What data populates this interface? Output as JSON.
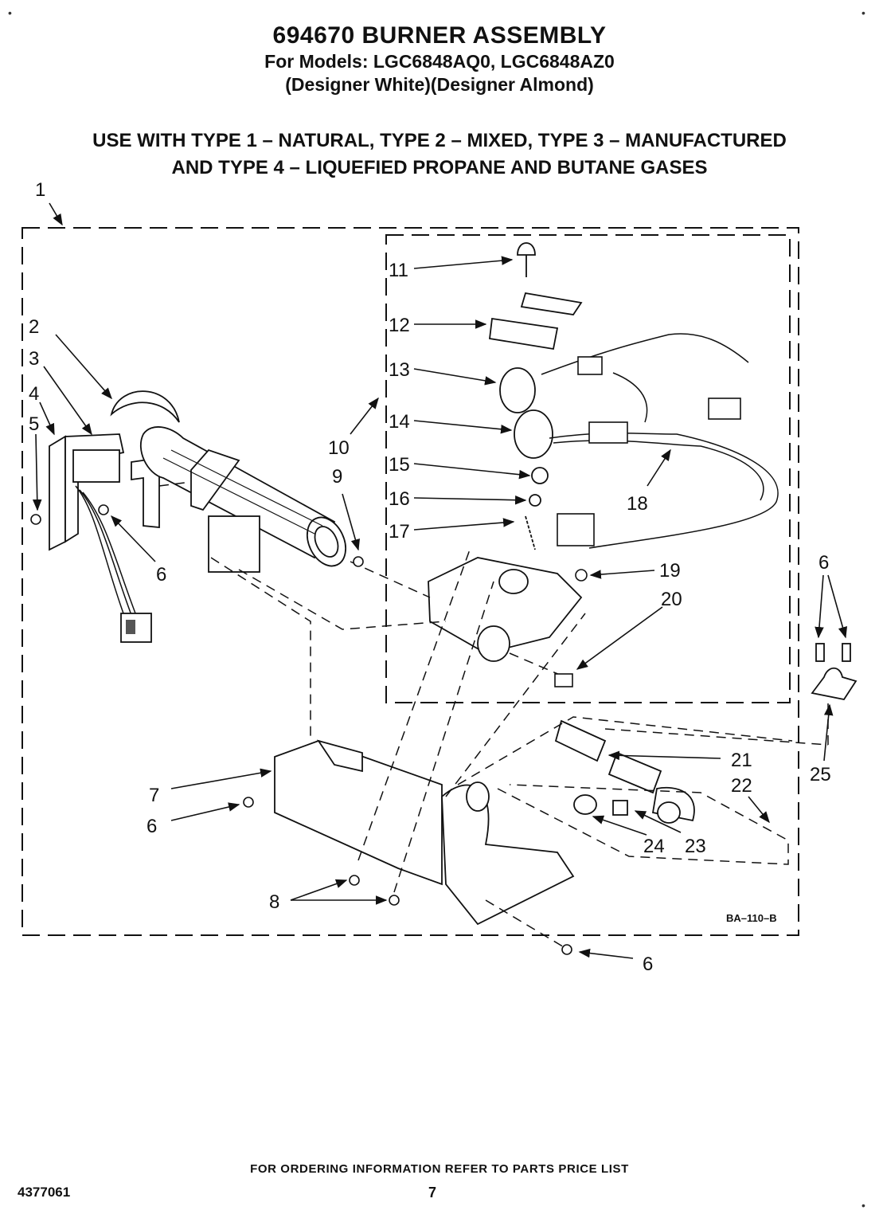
{
  "header": {
    "title": "694670 BURNER ASSEMBLY",
    "models": "For Models: LGC6848AQ0, LGC6848AZ0",
    "colors": "(Designer White)(Designer Almond)",
    "usage_line1": "USE WITH TYPE 1 – NATURAL, TYPE 2 – MIXED, TYPE 3 – MANUFACTURED",
    "usage_line2": "AND TYPE 4 – LIQUEFIED PROPANE AND BUTANE GASES"
  },
  "diagram": {
    "callouts": [
      "1",
      "2",
      "3",
      "4",
      "5",
      "6",
      "7",
      "8",
      "9",
      "10",
      "11",
      "12",
      "13",
      "14",
      "15",
      "16",
      "17",
      "18",
      "19",
      "20",
      "21",
      "22",
      "23",
      "24",
      "25"
    ],
    "drawing_code": "BA–110–B"
  },
  "footer": {
    "ordering_info": "FOR ORDERING INFORMATION REFER TO PARTS PRICE LIST",
    "doc_number": "4377061",
    "page_number": "7"
  }
}
